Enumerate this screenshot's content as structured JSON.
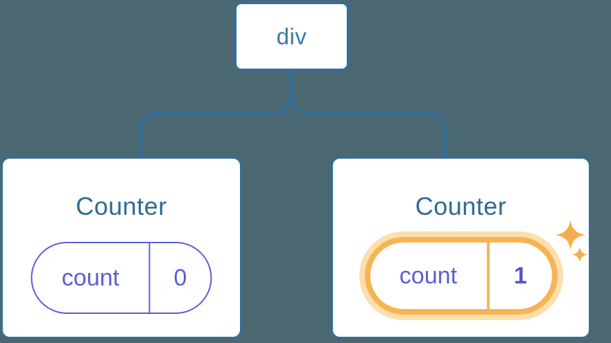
{
  "diagram": {
    "root": {
      "label": "div"
    },
    "counters": [
      {
        "title": "Counter",
        "state_key": "count",
        "state_value": "0",
        "highlighted": false
      },
      {
        "title": "Counter",
        "state_key": "count",
        "state_value": "1",
        "highlighted": true
      }
    ]
  },
  "icons": {
    "sparkle": "✦"
  },
  "colors": {
    "background": "#4B6872",
    "node_fill": "#FFFFFF",
    "node_border": "#2D70A1",
    "connector": "#2D70A1",
    "root_label": "#3A7AA9",
    "counter_title": "#2E6B94",
    "state_purple": "#5B5FD3",
    "state_value_bold": "#5457CB",
    "highlight_orange": "#F6B455",
    "highlight_glow": "#FBDFAE",
    "sparkle_orange": "#F4AE4D"
  }
}
